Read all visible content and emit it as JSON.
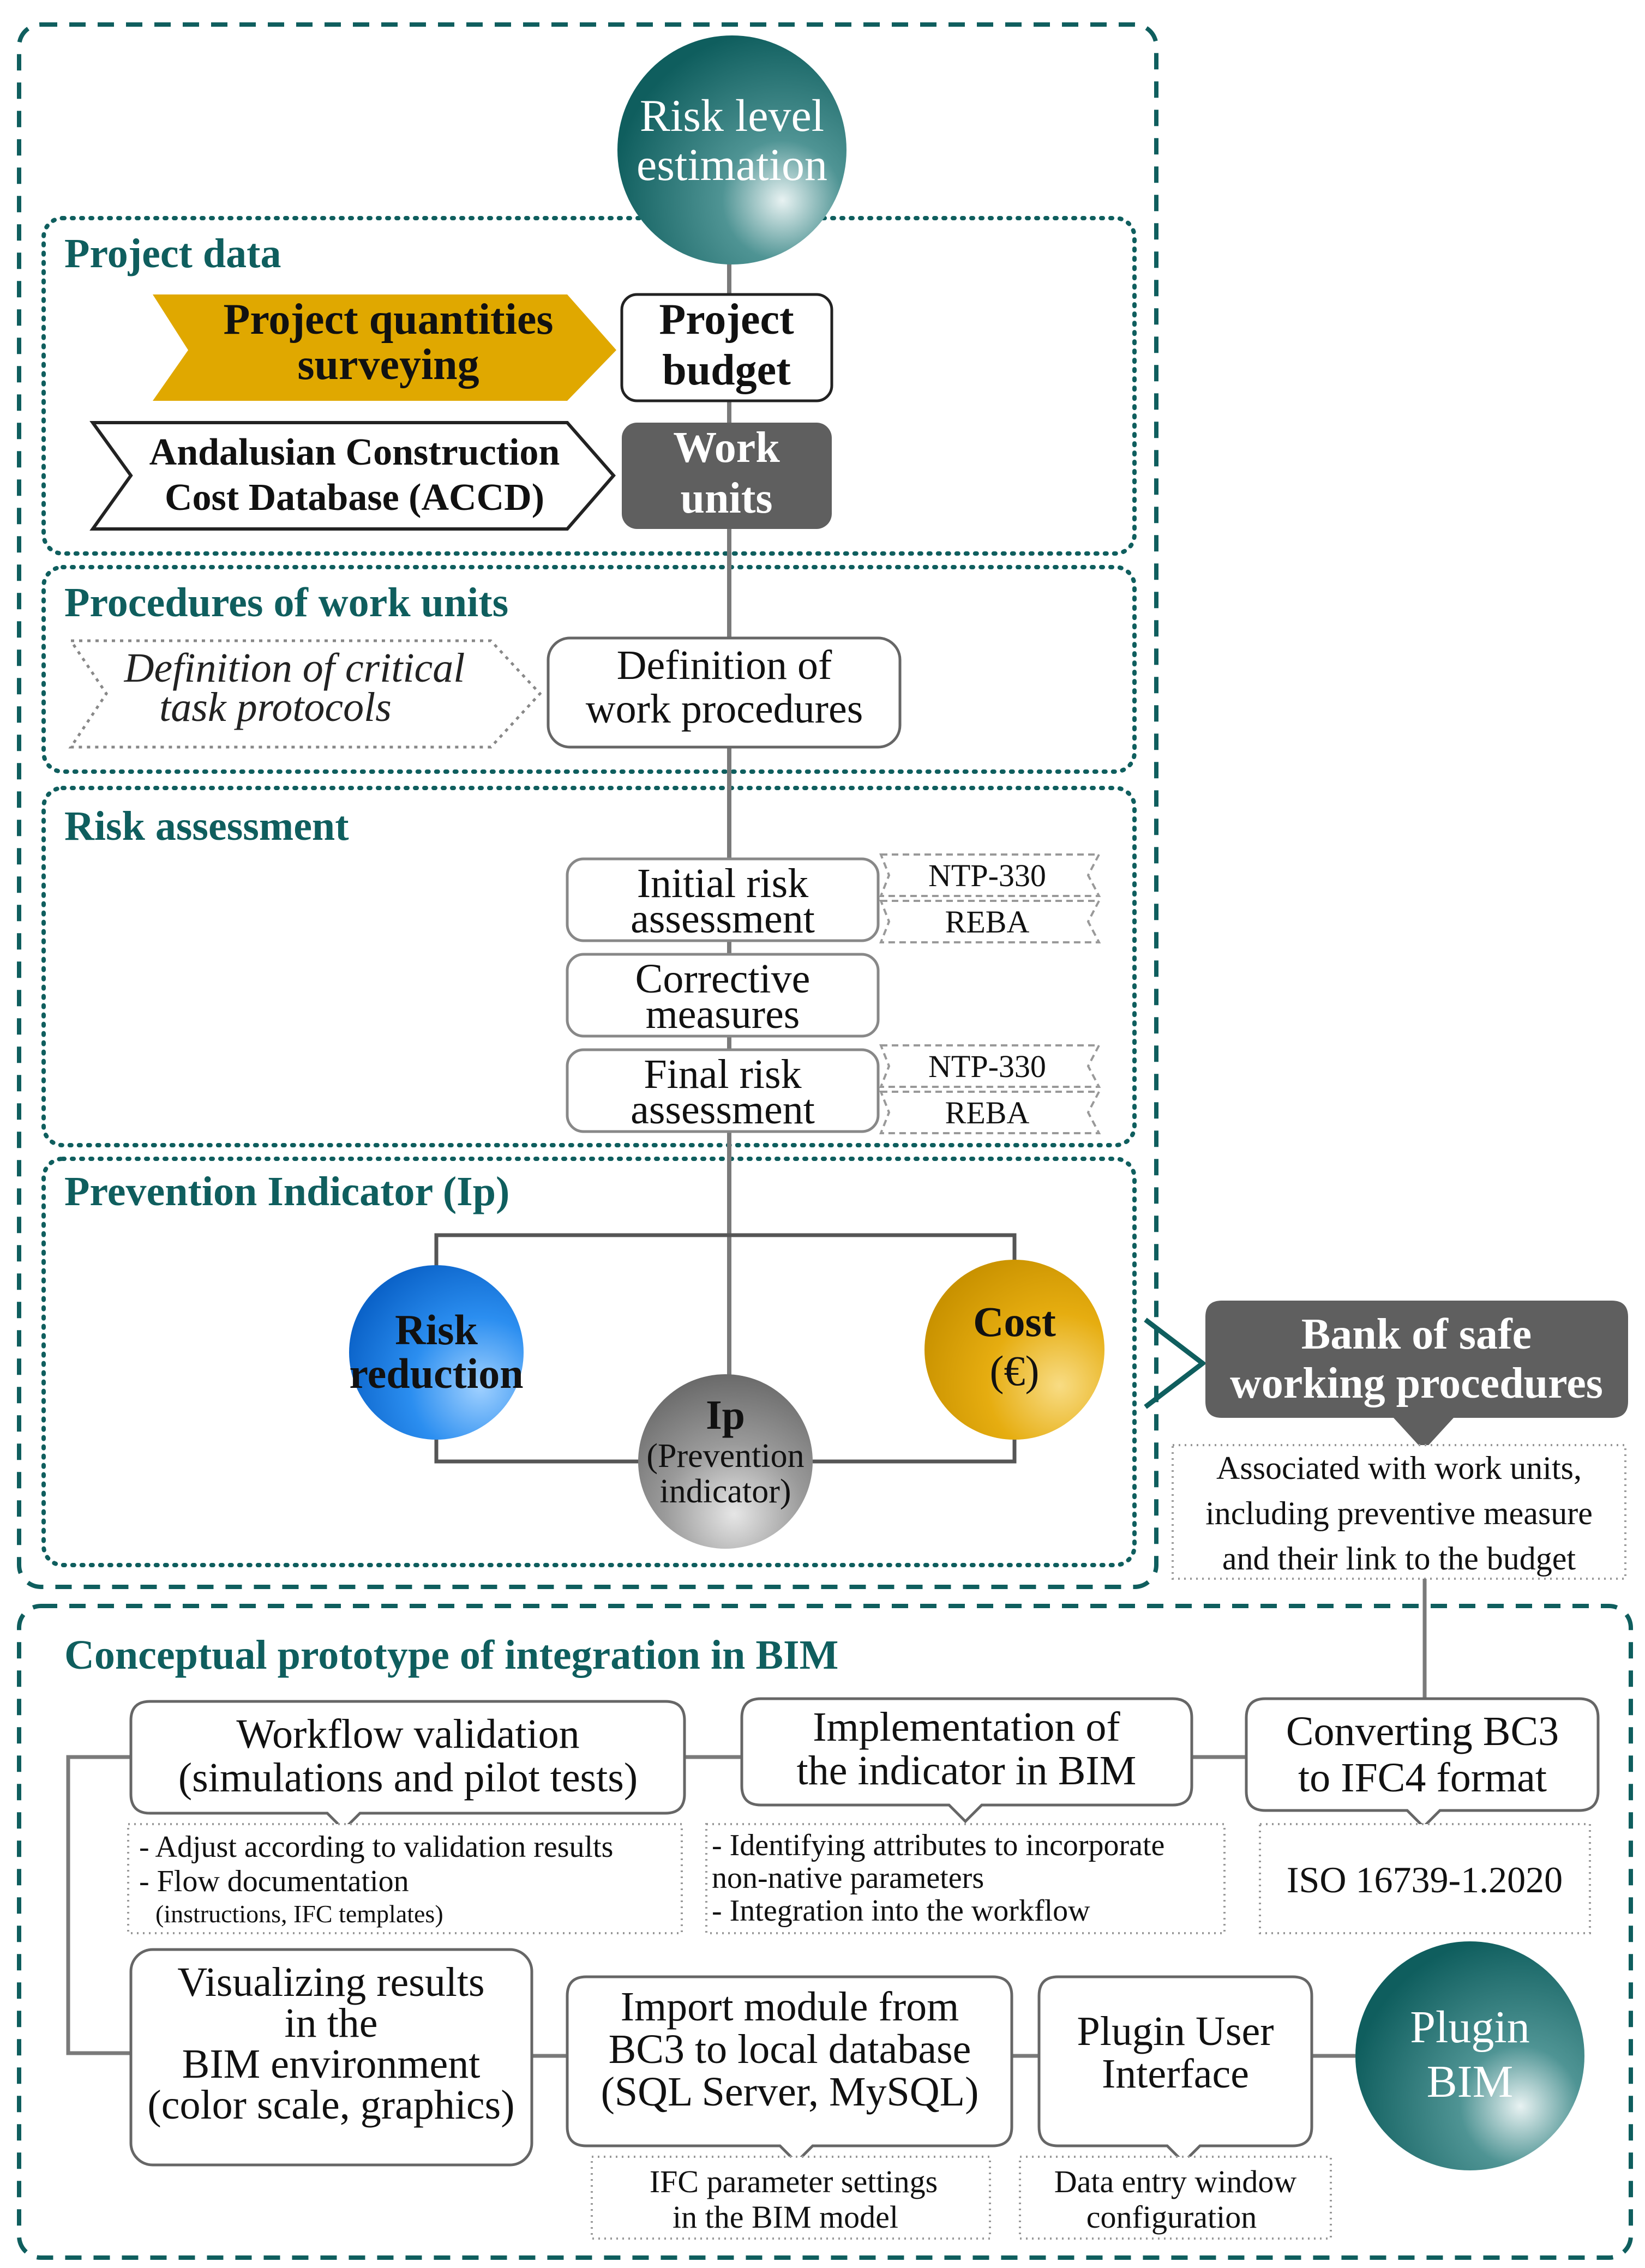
{
  "top_circle": {
    "line1": "Risk level",
    "line2": "estimation"
  },
  "sections": {
    "project_data": "Project data",
    "procedures": "Procedures of work units",
    "risk_assessment": "Risk assessment",
    "prevention_indicator": "Prevention Indicator (Ip)",
    "bim": "Conceptual prototype of integration in BIM"
  },
  "project_data": {
    "quantities_arrow": {
      "line1": "Project quantities",
      "line2": "surveying"
    },
    "budget_box": {
      "line1": "Project",
      "line2": "budget"
    },
    "accd_arrow": {
      "line1": "Andalusian Construction",
      "line2": "Cost Database (ACCD)"
    },
    "work_units_box": {
      "line1": "Work",
      "line2": "units"
    }
  },
  "procedures": {
    "critical_arrow": {
      "line1": "Definition of critical",
      "line2": "task protocols"
    },
    "work_proc_box": {
      "line1": "Definition of",
      "line2": "work procedures"
    }
  },
  "risk": {
    "initial": {
      "line1": "Initial risk",
      "line2": "assessment"
    },
    "corrective": {
      "line1": "Corrective",
      "line2": "measures"
    },
    "final": {
      "line1": "Final risk",
      "line2": "assessment"
    },
    "tag_ntp": "NTP-330",
    "tag_reba": "REBA"
  },
  "indicator": {
    "risk_reduction": {
      "line1": "Risk",
      "line2": "reduction"
    },
    "cost": {
      "line1": "Cost",
      "line2": "(€)"
    },
    "ip": {
      "line1": "Ip",
      "line2": "(Prevention",
      "line3": "indicator)"
    }
  },
  "bank": {
    "title": {
      "line1": "Bank of safe",
      "line2": "working procedures"
    },
    "note": {
      "line1": "Associated with work units,",
      "line2": "including preventive measure",
      "line3": "and their link to the budget"
    }
  },
  "bim": {
    "workflow": {
      "line1": "Workflow validation",
      "line2": "(simulations and pilot tests)"
    },
    "workflow_note": {
      "line1": "- Adjust according to validation results",
      "line2": "- Flow documentation",
      "line3": "(instructions, IFC templates)"
    },
    "implementation": {
      "line1": "Implementation of",
      "line2": "the indicator in BIM"
    },
    "implementation_note": {
      "line1": "- Identifying attributes to incorporate",
      "line2": "non-native parameters",
      "line3": "- Integration into the workflow"
    },
    "converting": {
      "line1": "Converting BC3",
      "line2": "to IFC4 format"
    },
    "converting_note": "ISO 16739-1.2020",
    "visualizing": {
      "line1": "Visualizing results",
      "line2": "in the",
      "line3": "BIM environment",
      "line4": "(color scale, graphics)"
    },
    "import": {
      "line1": "Import module from",
      "line2": "BC3 to local database",
      "line3": "(SQL Server, MySQL)"
    },
    "import_note": {
      "line1": "IFC parameter settings",
      "line2": "in the BIM model"
    },
    "plugin_ui": {
      "line1": "Plugin User",
      "line2": "Interface"
    },
    "plugin_ui_note": {
      "line1": "Data entry window",
      "line2": "configuration"
    },
    "plugin_circle": {
      "line1": "Plugin",
      "line2": "BIM"
    }
  },
  "colors": {
    "teal": "#0f5e5e",
    "gold": "#e0a800",
    "blue": "#1e88e5",
    "dark_gray": "#5f5f5f",
    "gray": "#8a8a8a"
  }
}
